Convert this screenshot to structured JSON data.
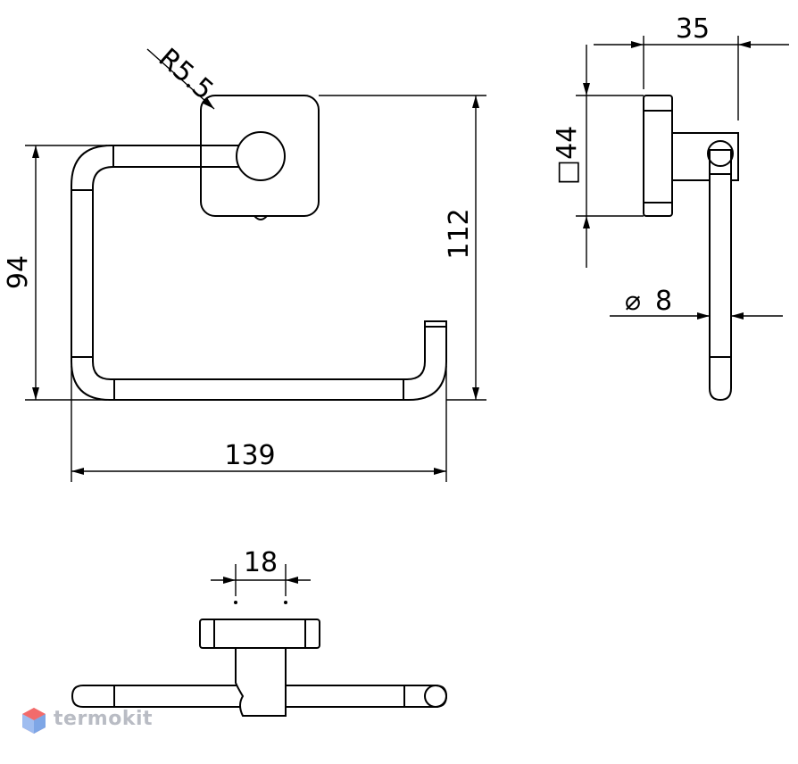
{
  "dimensions": {
    "radius": "R5.5",
    "total_width": "139",
    "inner_height": "94",
    "total_height": "112",
    "projection": "35",
    "plate_square": "□44",
    "rod_diameter_symbol": "⌀",
    "rod_diameter": "8",
    "post_width": "18"
  },
  "brand": {
    "name": "termokit",
    "colors": {
      "logo_red": "#f26b6b",
      "logo_blue": "#7ea6e6",
      "logo_text": "#b9bcc4"
    }
  }
}
